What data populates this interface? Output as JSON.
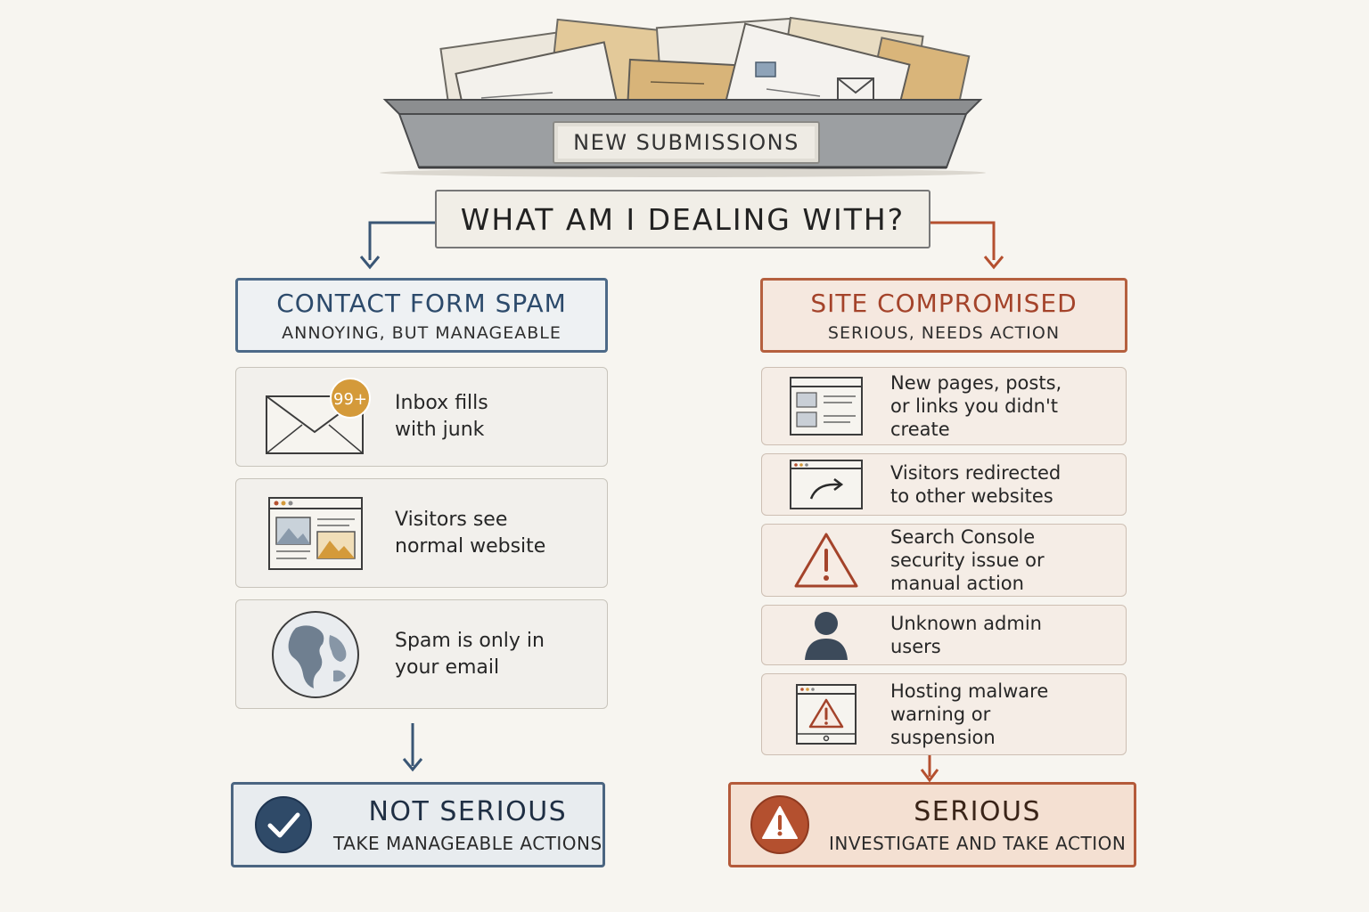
{
  "tray": {
    "label": "NEW SUBMISSIONS"
  },
  "question": "WHAT AM I DEALING WITH?",
  "left": {
    "title": "CONTACT FORM SPAM",
    "subtitle": "ANNOYING, BUT MANAGEABLE",
    "badge": "99+",
    "items": [
      {
        "icon": "envelope-icon",
        "lines": [
          "Inbox fills",
          "with junk"
        ]
      },
      {
        "icon": "browser-window-icon",
        "lines": [
          "Visitors see",
          "normal website"
        ]
      },
      {
        "icon": "globe-icon",
        "lines": [
          "Spam is only in",
          "your email"
        ]
      }
    ],
    "verdict": {
      "title": "NOT SERIOUS",
      "subtitle": "TAKE MANAGEABLE ACTIONS",
      "icon": "checkmark-icon"
    }
  },
  "right": {
    "title": "SITE COMPROMISED",
    "subtitle": "SERIOUS, NEEDS ACTION",
    "items": [
      {
        "icon": "web-page-icon",
        "lines": [
          "New pages, posts,",
          "or links you didn't",
          "create"
        ]
      },
      {
        "icon": "redirect-arrow-icon",
        "lines": [
          "Visitors redirected",
          "to other websites"
        ]
      },
      {
        "icon": "warning-triangle-icon",
        "lines": [
          "Search Console",
          "security issue or",
          "manual action"
        ]
      },
      {
        "icon": "user-silhouette-icon",
        "lines": [
          "Unknown admin",
          "users"
        ]
      },
      {
        "icon": "malware-warning-icon",
        "lines": [
          "Hosting malware",
          "warning or",
          "suspension"
        ]
      }
    ],
    "verdict": {
      "title": "SERIOUS",
      "subtitle": "INVESTIGATE AND TAKE ACTION",
      "icon": "warning-icon"
    }
  },
  "colors": {
    "blue": "#2c4a6b",
    "red": "#a4432a",
    "gold": "#d49a3a",
    "paper": "#f7f5f0"
  }
}
